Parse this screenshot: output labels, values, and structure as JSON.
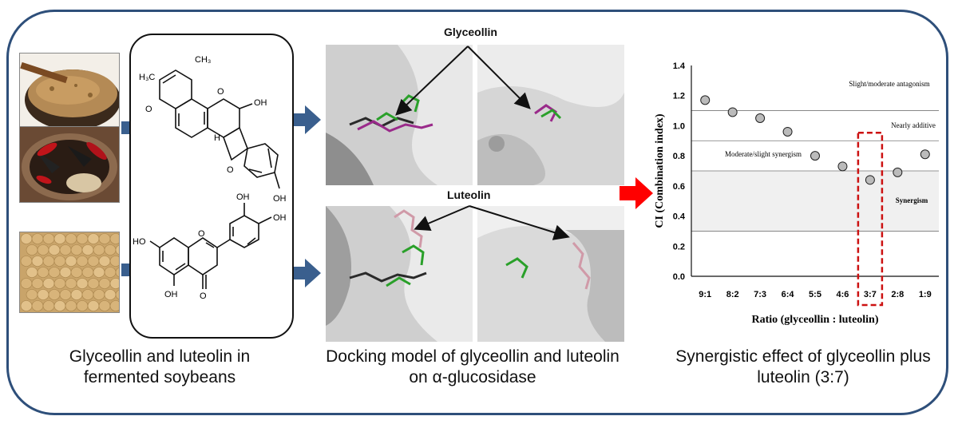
{
  "captions": {
    "left": "Glyceollin and luteolin in fermented soybeans",
    "middle": "Docking model of glyceollin and luteolin on α-glucosidase",
    "right": "Synergistic effect of glyceollin plus luteolin (3:7)"
  },
  "docking_labels": {
    "top": "Glyceollin",
    "bottom": "Luteolin"
  },
  "glyceollin_atoms": {
    "me1": "CH₃",
    "me2": "H₃C",
    "oh": "OH",
    "h": "H",
    "o1": "O",
    "o2": "O",
    "o3": "O",
    "oh2": "OH"
  },
  "luteolin_atoms": {
    "oh1": "OH",
    "oh2": "OH",
    "ho": "HO",
    "oh3": "OH",
    "o1": "O",
    "o2": "O"
  },
  "colors": {
    "frame": "#2e4f7a",
    "arrow_blue": "#3a5f8e",
    "arrow_red": "#ff0000",
    "highlight": "#cc1111",
    "marker": "#bbbbbb"
  },
  "chart_data": {
    "type": "scatter",
    "ylabel": "CI (Combination index)",
    "xlabel": "Ratio (glyceollin : luteolin)",
    "categories": [
      "9:1",
      "8:2",
      "7:3",
      "6:4",
      "5:5",
      "4:6",
      "3:7",
      "2:8",
      "1:9"
    ],
    "values": [
      1.17,
      1.09,
      1.05,
      0.96,
      0.8,
      0.73,
      0.64,
      0.69,
      0.81
    ],
    "ylim": [
      0,
      1.4
    ],
    "yticks": [
      "0.0",
      "0.2",
      "0.4",
      "0.6",
      "0.8",
      "1.0",
      "1.2",
      "1.4"
    ],
    "reference_lines": [
      0.3,
      0.7,
      0.9,
      1.1
    ],
    "shaded_band": [
      0.3,
      0.7
    ],
    "highlight_category": "3:7",
    "annotations": {
      "antagonism": "Slight/moderate antagonism",
      "additive": "Nearly additive",
      "moderate": "Moderate/slight synergism",
      "synergism": "Synergism"
    }
  }
}
